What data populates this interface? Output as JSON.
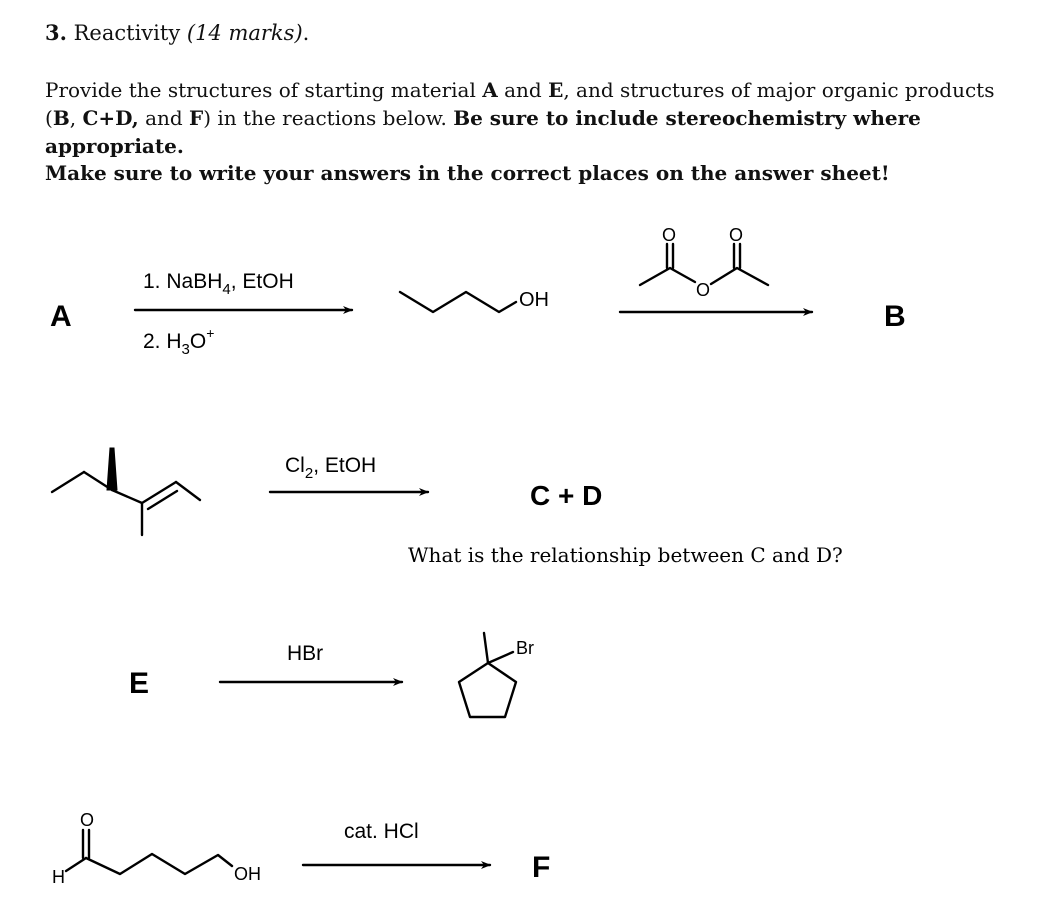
{
  "question": {
    "number": "3.",
    "title": "Reactivity",
    "marks": "(14 marks)",
    "title_end": ".",
    "instructions": {
      "p1": "Provide the structures of starting material",
      "A": "A",
      "and1": "and",
      "E": "E",
      "p2": ", and structures of major organic products (",
      "B": "B",
      "comma1": ",",
      "CD": "C+D,",
      "and2": "and",
      "F": "F",
      "p3": ") in the reactions below.",
      "bold1": "Be sure to include stereochemistry where appropriate.",
      "bold2": "Make sure to write your answers in the correct places on the answer sheet!"
    }
  },
  "reaction1": {
    "start": "A",
    "reagent_line1": "1. NaBH",
    "reagent_line1_sub": "4",
    "reagent_line1_end": ", EtOH",
    "reagent_line2": "2. H",
    "reagent_line2_sub": "3",
    "reagent_line2_O": "O",
    "reagent_line2_sup": "+",
    "intermediate_label": "OH",
    "anhydride_O1": "O",
    "anhydride_O2": "O",
    "anhydride_O3": "O",
    "product": "B"
  },
  "reaction2": {
    "reagent": "Cl",
    "reagent_sub": "2",
    "reagent_end": ", EtOH",
    "product": "C + D",
    "question": "What is the relationship between C and D?"
  },
  "reaction3": {
    "start": "E",
    "reagent": "HBr",
    "product_label": "Br"
  },
  "reaction4": {
    "aldehyde_O": "O",
    "aldehyde_H": "H",
    "hydroxy_label": "OH",
    "reagent": "cat. HCl",
    "product": "F"
  }
}
